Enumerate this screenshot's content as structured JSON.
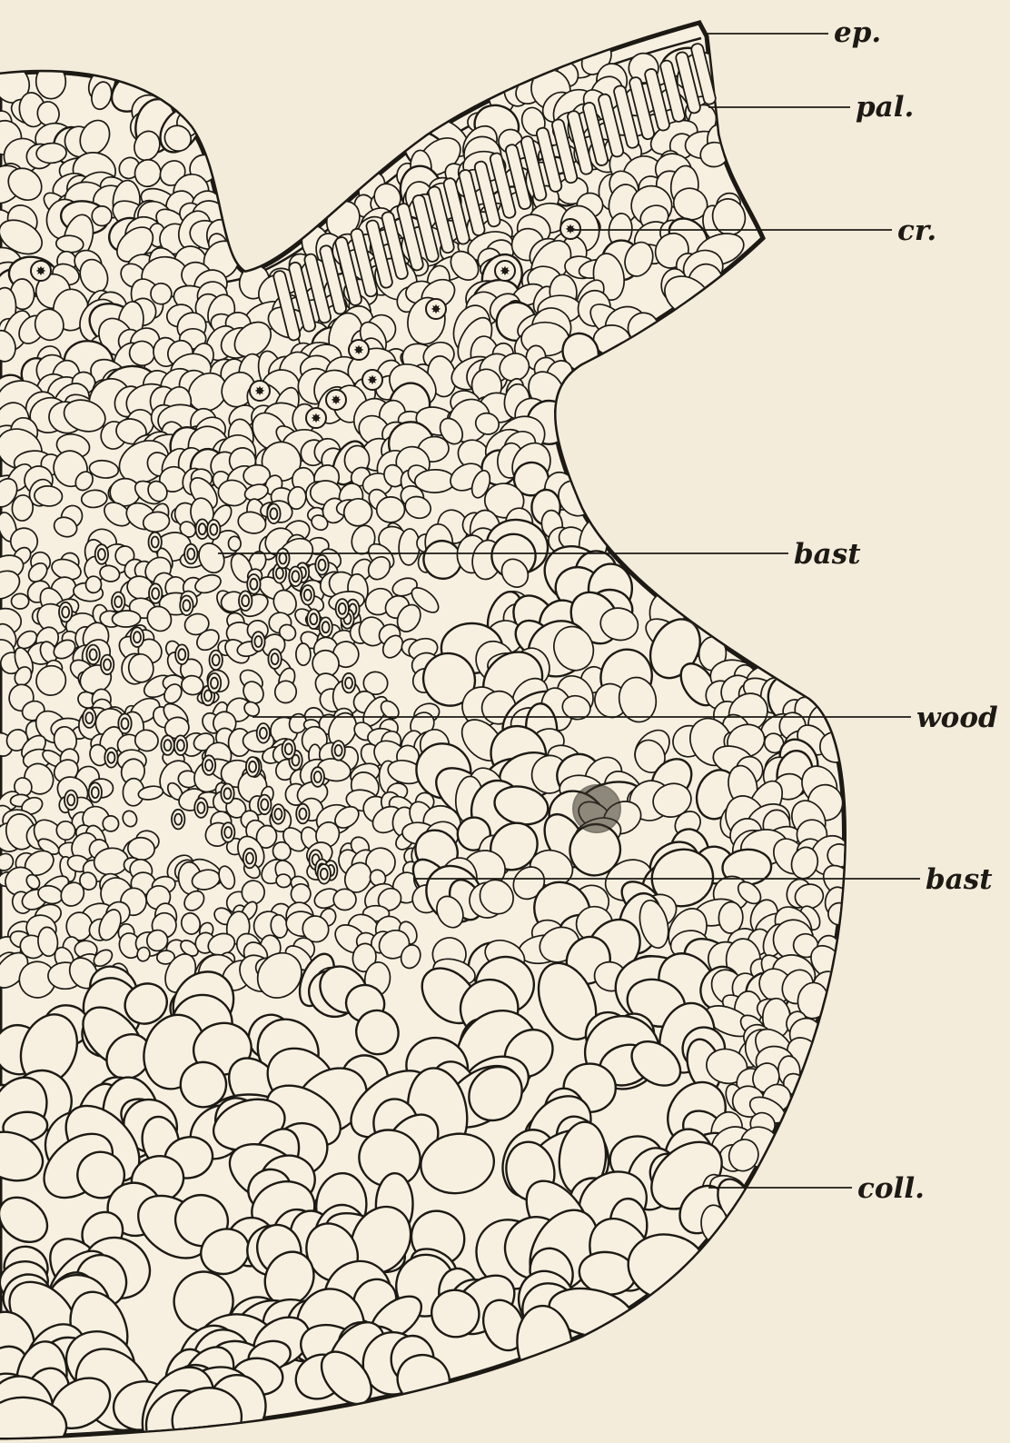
{
  "figure": {
    "background_color": "#f4ecda",
    "ink_color": "#1d1a15",
    "stipple_color": "#3a342a",
    "labels": [
      {
        "id": "ep",
        "text": "ep."
      },
      {
        "id": "pal",
        "text": "pal."
      },
      {
        "id": "cr",
        "text": "cr."
      },
      {
        "id": "bast-upper",
        "text": "bast"
      },
      {
        "id": "wood",
        "text": "wood"
      },
      {
        "id": "bast-lower",
        "text": "bast"
      },
      {
        "id": "coll",
        "text": "coll."
      }
    ]
  }
}
